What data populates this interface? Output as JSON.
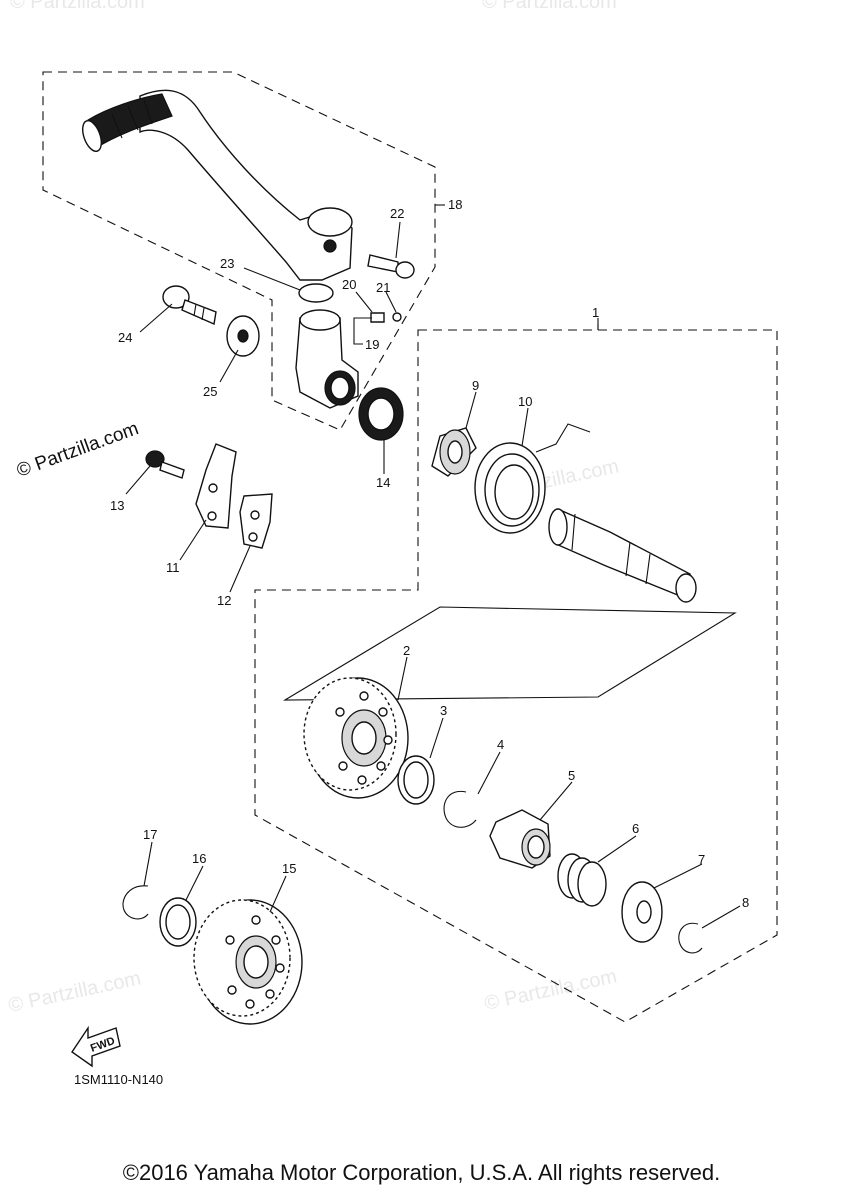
{
  "watermark": {
    "brand": "© Partzilla.com",
    "color": "#e6e6e6"
  },
  "diagram_code": "1SM1110-N140",
  "copyright": "©2016 Yamaha Motor Corporation, U.S.A. All rights reserved.",
  "fwd_label": "FWD",
  "parts": [
    {
      "ref": "1"
    },
    {
      "ref": "2"
    },
    {
      "ref": "3"
    },
    {
      "ref": "4"
    },
    {
      "ref": "5"
    },
    {
      "ref": "6"
    },
    {
      "ref": "7"
    },
    {
      "ref": "8"
    },
    {
      "ref": "9"
    },
    {
      "ref": "10"
    },
    {
      "ref": "11"
    },
    {
      "ref": "12"
    },
    {
      "ref": "13"
    },
    {
      "ref": "14"
    },
    {
      "ref": "15"
    },
    {
      "ref": "16"
    },
    {
      "ref": "17"
    },
    {
      "ref": "18"
    },
    {
      "ref": "19"
    },
    {
      "ref": "20"
    },
    {
      "ref": "21"
    },
    {
      "ref": "22"
    },
    {
      "ref": "23"
    },
    {
      "ref": "24"
    },
    {
      "ref": "25"
    }
  ]
}
